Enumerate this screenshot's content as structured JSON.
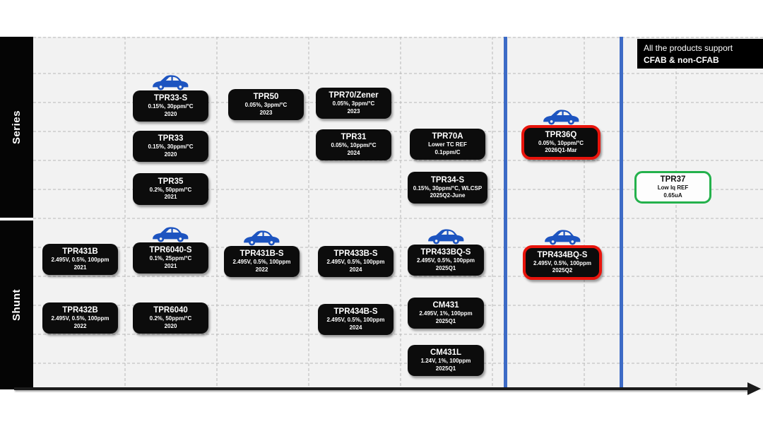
{
  "banner": {
    "line1": "All the products support",
    "line2": "CFAB & non-CFAB"
  },
  "rows": [
    {
      "label": "Series"
    },
    {
      "label": "Shunt"
    }
  ],
  "colors": {
    "box_black": "#0c0c0c",
    "highlight_red": "#e8140c",
    "highlight_green": "#24b14c",
    "divider_blue": "#3d6bc6",
    "car_blue": "#1d54c0",
    "plot_background": "#f2f2f2"
  },
  "products": [
    {
      "title": "TPR33-S",
      "line1": "0.15%, 30ppm/°C",
      "line2": "2020",
      "row": "Series",
      "highlight": "none",
      "automotive": true
    },
    {
      "title": "TPR50",
      "line1": "0.05%, 3ppm/°C",
      "line2": "2023",
      "row": "Series",
      "highlight": "none",
      "automotive": false
    },
    {
      "title": "TPR70/Zener",
      "line1": "0.05%, 3ppm/°C",
      "line2": "2023",
      "row": "Series",
      "highlight": "none",
      "automotive": false
    },
    {
      "title": "TPR33",
      "line1": "0.15%, 30ppm/°C",
      "line2": "2020",
      "row": "Series",
      "highlight": "none",
      "automotive": false
    },
    {
      "title": "TPR31",
      "line1": "0.05%, 10ppm/°C",
      "line2": "2024",
      "row": "Series",
      "highlight": "none",
      "automotive": false
    },
    {
      "title": "TPR70A",
      "line1": "Lower TC REF",
      "line2": "0.1ppm/C",
      "row": "Series",
      "highlight": "none",
      "automotive": false
    },
    {
      "title": "TPR36Q",
      "line1": "0.05%, 10ppm/°C",
      "line2": "2026Q1-Mar",
      "row": "Series",
      "highlight": "red",
      "automotive": true
    },
    {
      "title": "TPR35",
      "line1": "0.2%, 50ppm/°C",
      "line2": "2021",
      "row": "Series",
      "highlight": "none",
      "automotive": false
    },
    {
      "title": "TPR34-S",
      "line1": "0.15%, 30ppm/°C, WLCSP",
      "line2": "2025Q2-June",
      "row": "Series",
      "highlight": "none",
      "automotive": false
    },
    {
      "title": "TPR37",
      "line1": "Low Iq REF",
      "line2": "0.65uA",
      "row": "Series",
      "highlight": "green",
      "automotive": false
    },
    {
      "title": "TPR431B",
      "line1": "2.495V, 0.5%, 100ppm",
      "line2": "2021",
      "row": "Shunt",
      "highlight": "none",
      "automotive": false
    },
    {
      "title": "TPR6040-S",
      "line1": "0.1%, 25ppm/°C",
      "line2": "2021",
      "row": "Shunt",
      "highlight": "none",
      "automotive": true
    },
    {
      "title": "TPR431B-S",
      "line1": "2.495V, 0.5%, 100ppm",
      "line2": "2022",
      "row": "Shunt",
      "highlight": "none",
      "automotive": true
    },
    {
      "title": "TPR433B-S",
      "line1": "2.495V, 0.5%, 100ppm",
      "line2": "2024",
      "row": "Shunt",
      "highlight": "none",
      "automotive": false
    },
    {
      "title": "TPR433BQ-S",
      "line1": "2.495V, 0.5%, 100ppm",
      "line2": "2025Q1",
      "row": "Shunt",
      "highlight": "none",
      "automotive": true
    },
    {
      "title": "TPR434BQ-S",
      "line1": "2.495V, 0.5%, 100ppm",
      "line2": "2025Q2",
      "row": "Shunt",
      "highlight": "red",
      "automotive": true
    },
    {
      "title": "TPR432B",
      "line1": "2.495V, 0.5%, 100ppm",
      "line2": "2022",
      "row": "Shunt",
      "highlight": "none",
      "automotive": false
    },
    {
      "title": "TPR6040",
      "line1": "0.2%, 50ppm/°C",
      "line2": "2020",
      "row": "Shunt",
      "highlight": "none",
      "automotive": false
    },
    {
      "title": "TPR434B-S",
      "line1": "2.495V, 0.5%, 100ppm",
      "line2": "2024",
      "row": "Shunt",
      "highlight": "none",
      "automotive": false
    },
    {
      "title": "CM431",
      "line1": "2.495V, 1%, 100ppm",
      "line2": "2025Q1",
      "row": "Shunt",
      "highlight": "none",
      "automotive": false
    },
    {
      "title": "CM431L",
      "line1": "1.24V, 1%, 100ppm",
      "line2": "2025Q1",
      "row": "Shunt",
      "highlight": "none",
      "automotive": false
    }
  ]
}
